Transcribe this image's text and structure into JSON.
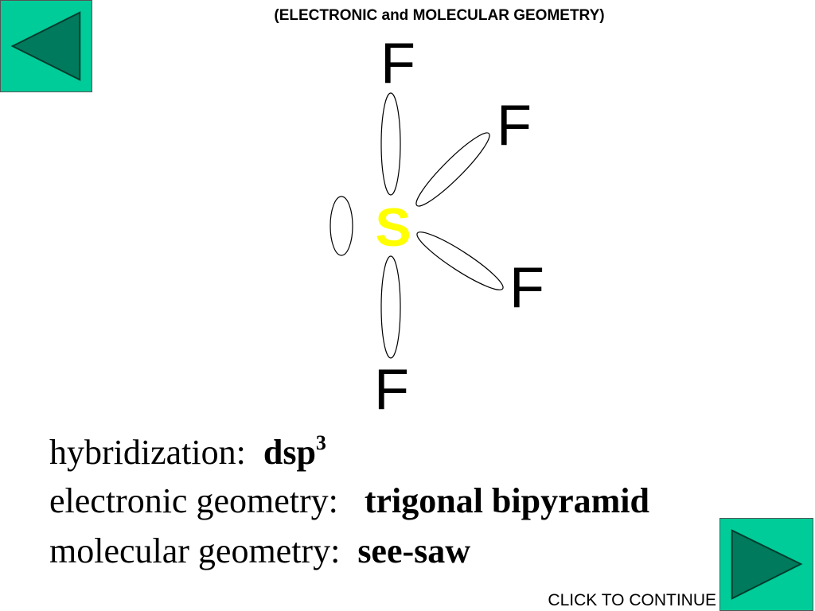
{
  "header": {
    "title": "(ELECTRONIC and MOLECULAR GEOMETRY)"
  },
  "molecule": {
    "central_atom": "S",
    "ligands": [
      "F",
      "F",
      "F",
      "F"
    ],
    "central_color": "#ffff00"
  },
  "info": {
    "hybridization_label": "hybridization:",
    "hybridization_value": "dsp",
    "hybridization_sup": "3",
    "electronic_label": "electronic geometry:",
    "electronic_value": "trigonal bipyramid",
    "molecular_label": "molecular geometry:",
    "molecular_value": "see-saw"
  },
  "footer": {
    "continue_label": "CLICK TO CONTINUE"
  },
  "colors": {
    "button_bg": "#00cc99",
    "arrow": "#007a5c"
  },
  "icons": {
    "back": "triangle-left-icon",
    "forward": "triangle-right-icon"
  }
}
